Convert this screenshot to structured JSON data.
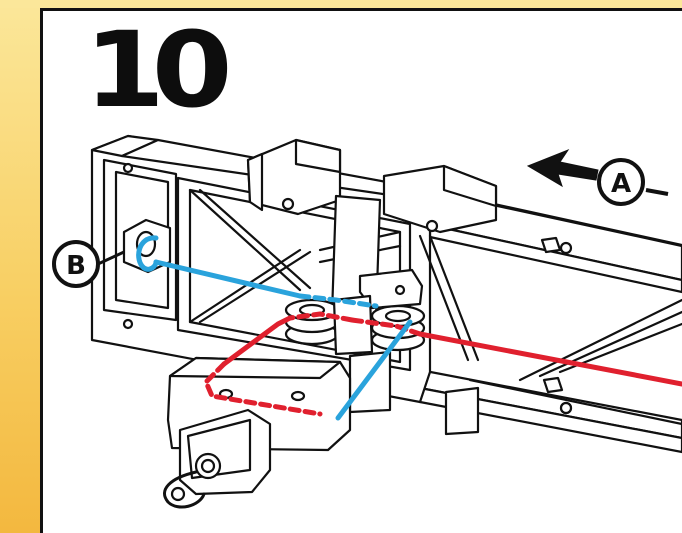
{
  "step": {
    "number": "10"
  },
  "callouts": {
    "a": "A",
    "b": "B"
  },
  "colors": {
    "background_band": "#f8cf63",
    "cable_red": "#e0202e",
    "cable_blue": "#2aa3dc",
    "outline": "#111111"
  }
}
